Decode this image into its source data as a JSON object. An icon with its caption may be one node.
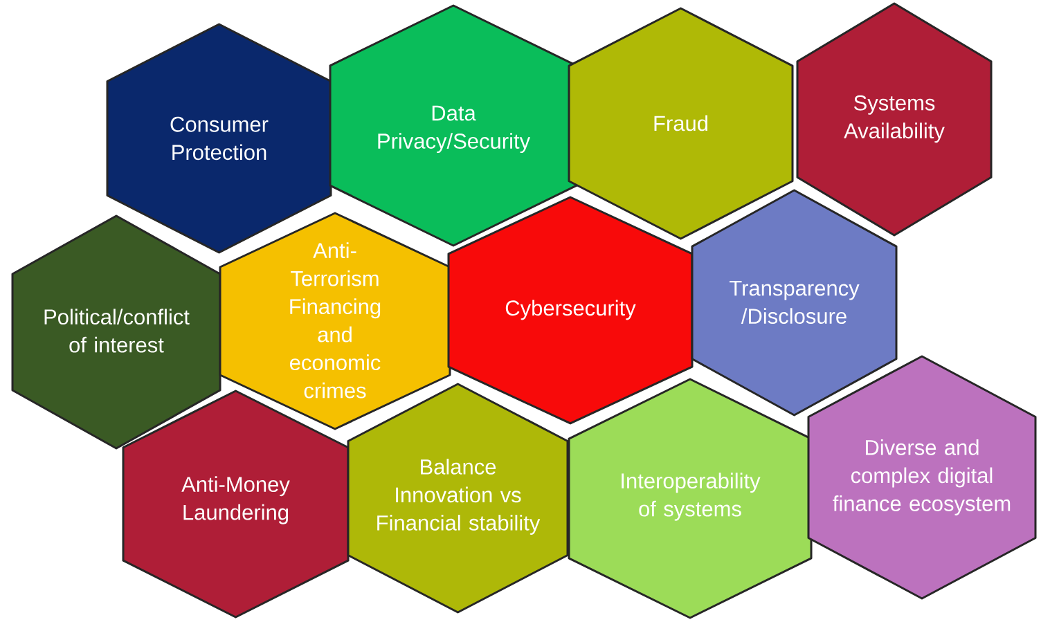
{
  "diagram": {
    "nodes": [
      {
        "text": [
          "Consumer Protection"
        ]
      },
      {
        "text": [
          "Data Privacy/Security"
        ]
      },
      {
        "text": [
          "Fraud"
        ]
      },
      {
        "text": [
          "Systems Availability"
        ]
      },
      {
        "text": [
          "Political/conflict of interest"
        ]
      },
      {
        "text": [
          "Anti-Terrorism Financing and economic crimes"
        ]
      },
      {
        "text": [
          "Cybersecurity"
        ]
      },
      {
        "text": [
          "Transparency /Disclosure"
        ]
      },
      {
        "text": [
          "Anti-Money Laundering"
        ]
      },
      {
        "text": [
          "Balance Innovation vs Financial stability"
        ]
      },
      {
        "text": [
          "Interoperability of systems"
        ]
      },
      {
        "text": [
          "Diverse and complex digital finance ecosystem"
        ]
      }
    ]
  }
}
